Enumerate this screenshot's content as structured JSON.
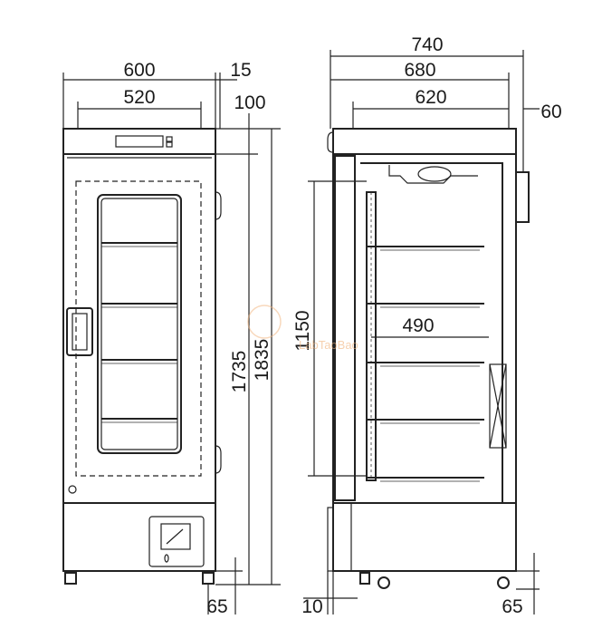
{
  "front_view": {
    "width_label": "600",
    "inner_width_label": "520",
    "side_offset_label": "15",
    "top_height_label": "100",
    "height_label": "1735",
    "total_height_label": "1835",
    "foot_label": "65"
  },
  "side_view": {
    "depth_label": "740",
    "body_depth_label": "680",
    "inner_depth_label": "620",
    "rear_offset_label": "60",
    "rack_height_label": "1150",
    "shelf_depth_label": "490",
    "door_gap_label": "10",
    "caster_label": "65"
  },
  "watermark": "LabTaoBao"
}
